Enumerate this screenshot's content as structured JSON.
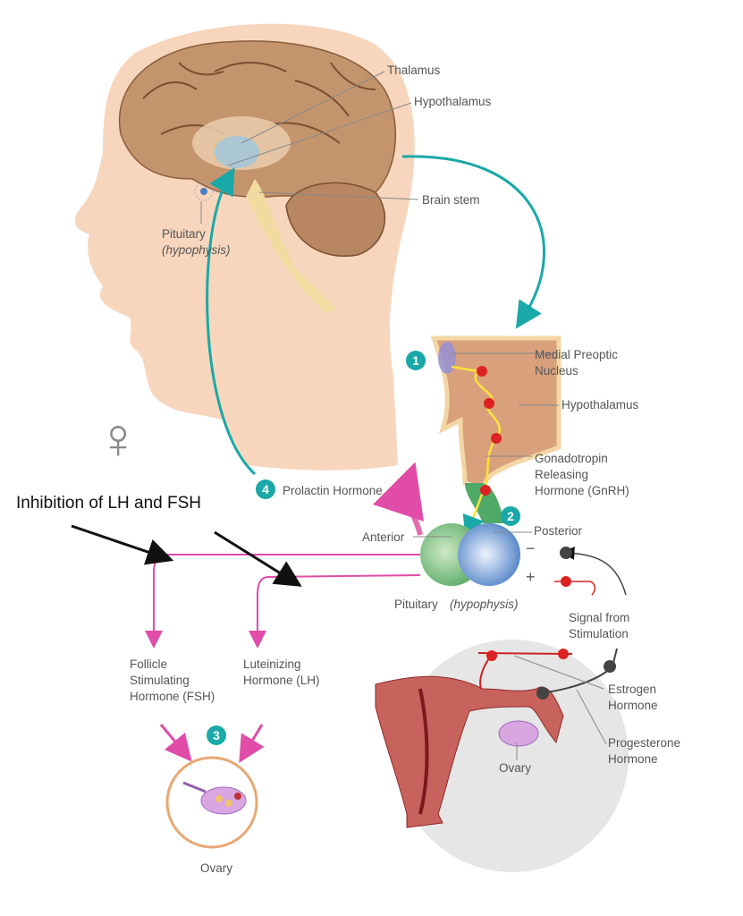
{
  "title": "Female Reproductive Hormone Regulation",
  "brain_labels": {
    "thalamus": "Thalamus",
    "hypothalamus": "Hypothalamus",
    "brain_stem": "Brain stem",
    "pituitary": "Pituitary",
    "pituitary_alt": "(hypophysis)"
  },
  "hypothalamus_panel": {
    "medial_preoptic_1": "Medial Preoptic",
    "medial_preoptic_2": "Nucleus",
    "hypothalamus": "Hypothalamus",
    "gnrh_1": "Gonadotropin",
    "gnrh_2": "Releasing",
    "gnrh_3": "Hormone (GnRH)"
  },
  "pituitary_panel": {
    "anterior": "Anterior",
    "posterior": "Posterior",
    "pituitary": "Pituitary",
    "pituitary_alt": "(hypophysis)",
    "minus": "−",
    "plus": "+"
  },
  "steps": [
    "1",
    "2",
    "3",
    "4"
  ],
  "prolactin": "Prolactin Hormone",
  "inhibition": "Inhibition of LH and FSH",
  "female_symbol": "♀",
  "fsh": [
    "Follicle",
    "Stimulating",
    "Hormone (FSH)"
  ],
  "lh": [
    "Luteinizing",
    "Hormone (LH)"
  ],
  "ovary_small": "Ovary",
  "uterus_panel": {
    "signal_1": "Signal from",
    "signal_2": "Stimulation",
    "estrogen_1": "Estrogen",
    "estrogen_2": "Hormone",
    "progesterone_1": "Progesterone",
    "progesterone_2": "Hormone",
    "ovary": "Ovary"
  },
  "colors": {
    "teal": "#1aa8a8",
    "pink": "#e04ca8",
    "skin": "#f7d6bd",
    "brain": "#c4946c"
  }
}
